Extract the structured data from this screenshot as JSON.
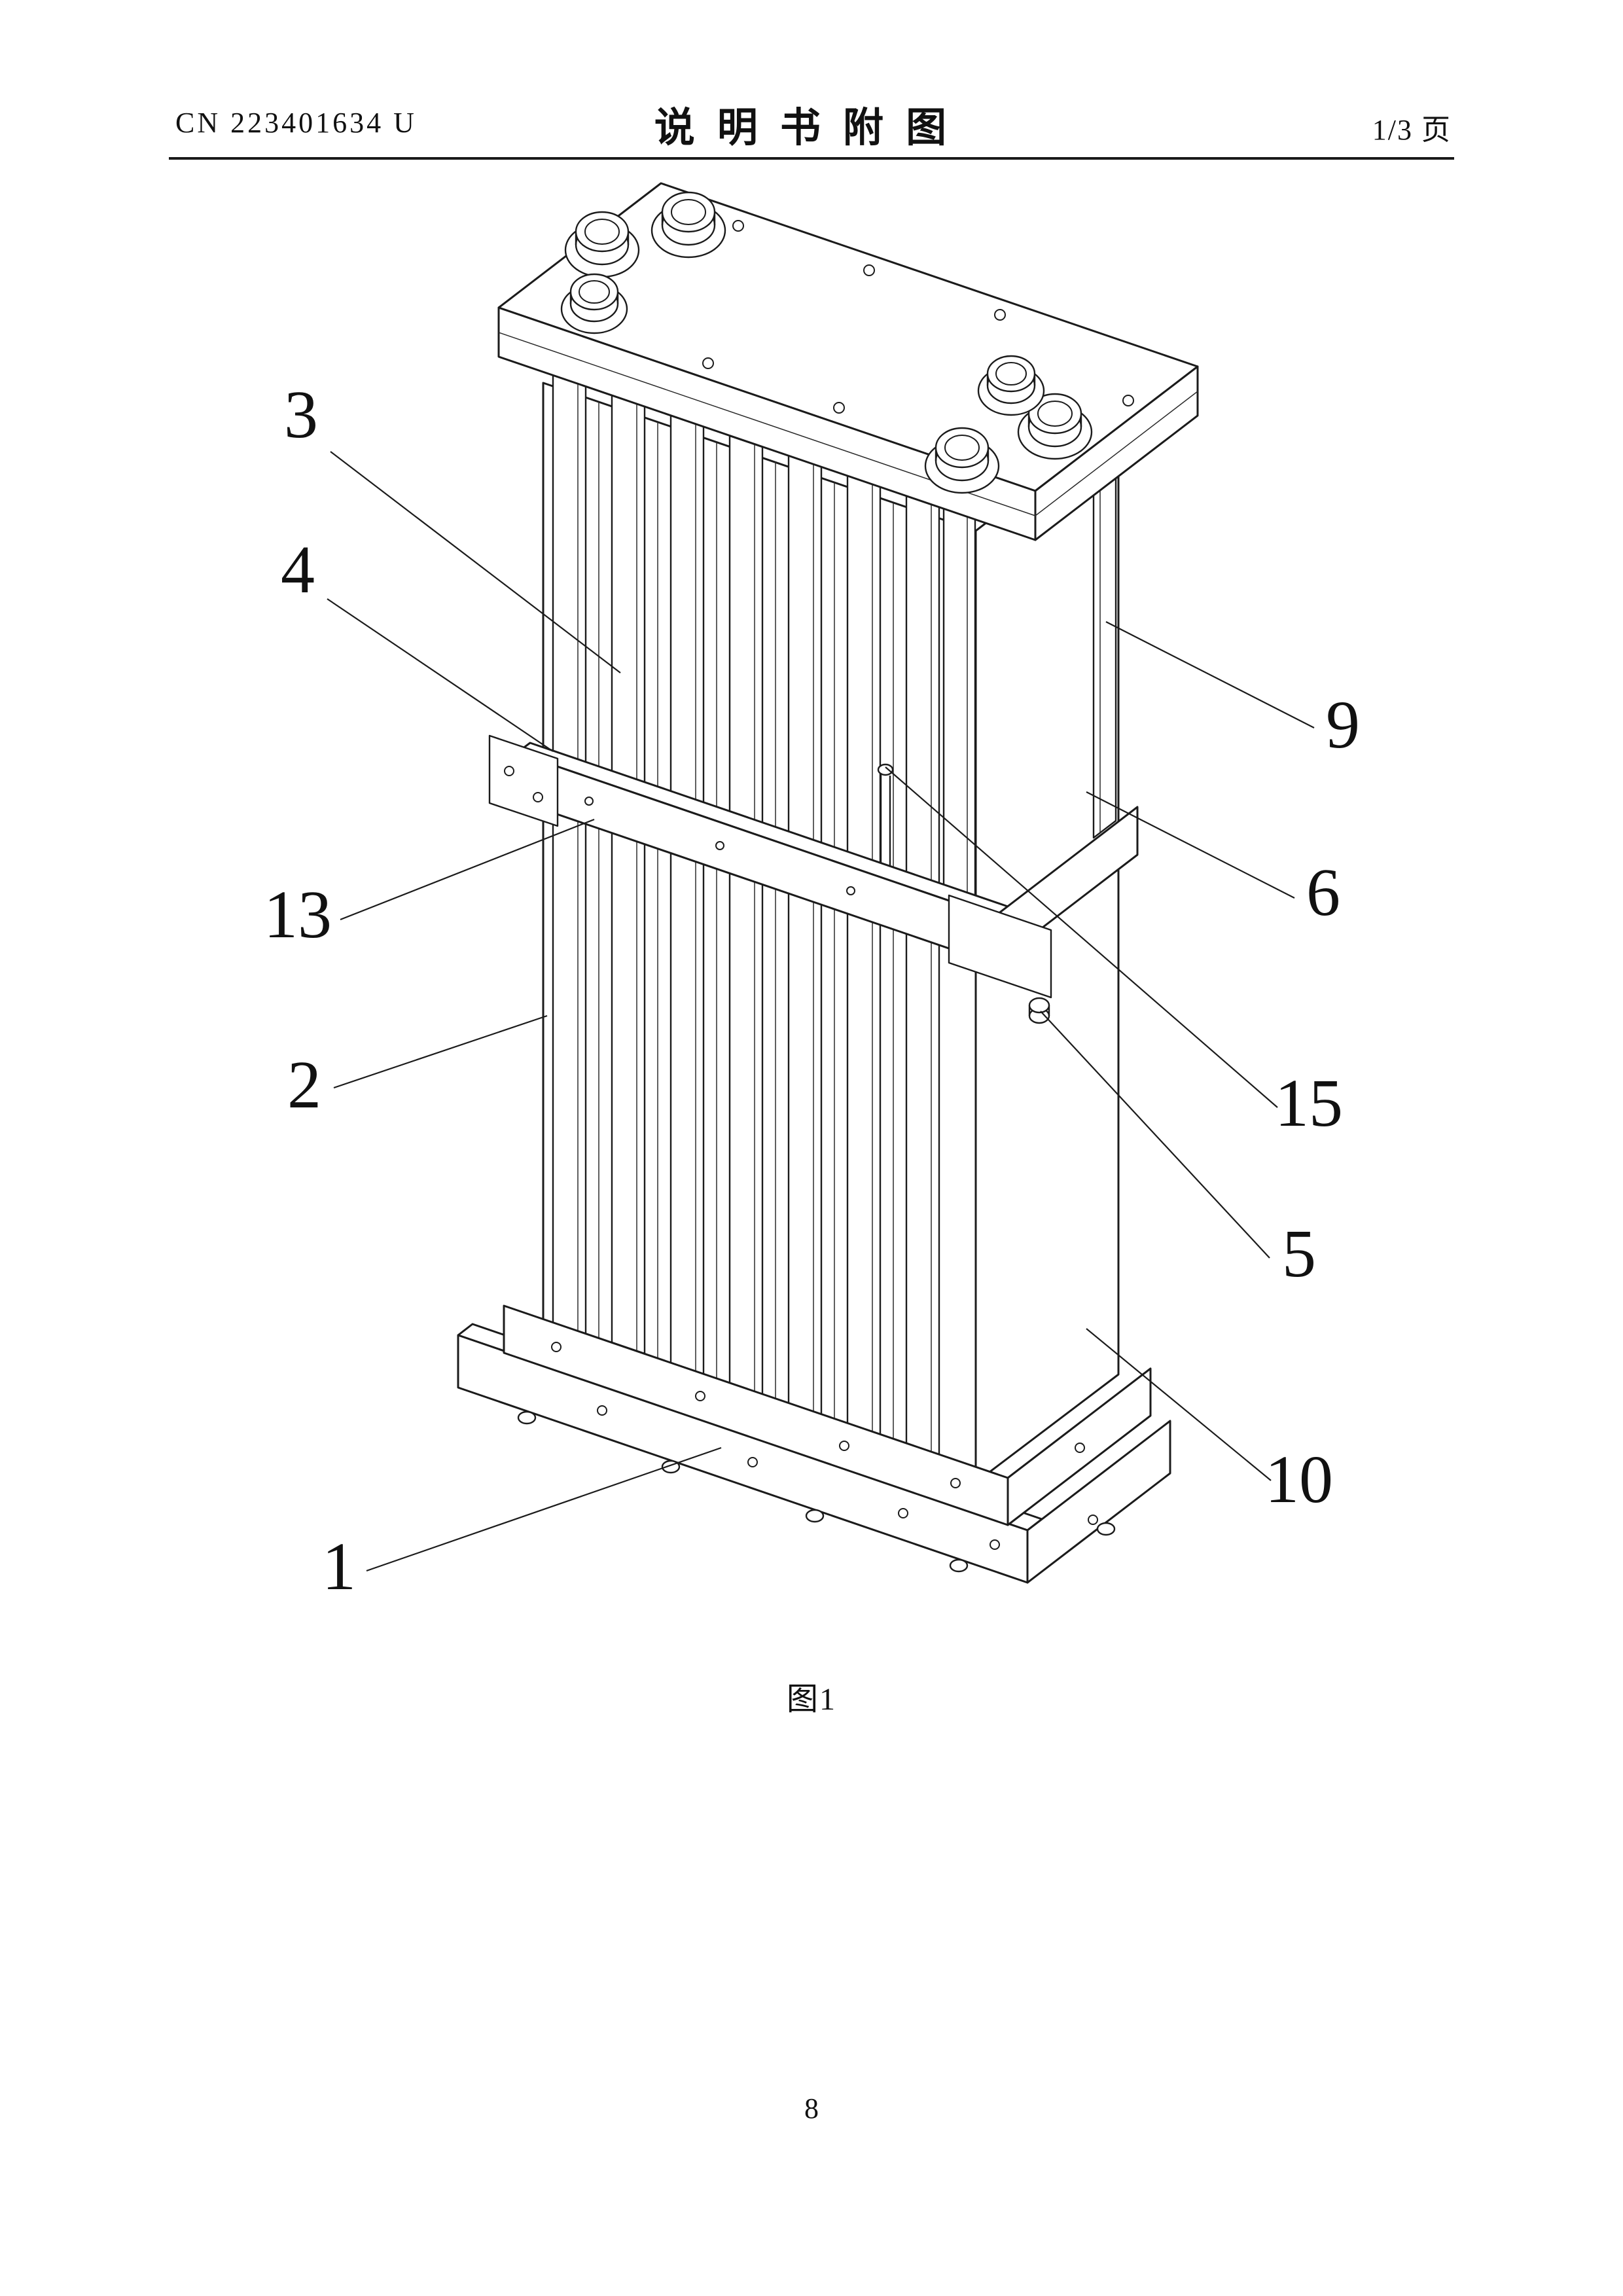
{
  "header": {
    "doc_number": "CN 223401634 U",
    "title": "说明书附图",
    "page_indicator": "1/3 页"
  },
  "figure": {
    "caption": "图1",
    "labels": [
      {
        "id": "3"
      },
      {
        "id": "4"
      },
      {
        "id": "13"
      },
      {
        "id": "2"
      },
      {
        "id": "1"
      },
      {
        "id": "9"
      },
      {
        "id": "6"
      },
      {
        "id": "15"
      },
      {
        "id": "5"
      },
      {
        "id": "10"
      }
    ]
  },
  "footer": {
    "page_number": "8"
  }
}
